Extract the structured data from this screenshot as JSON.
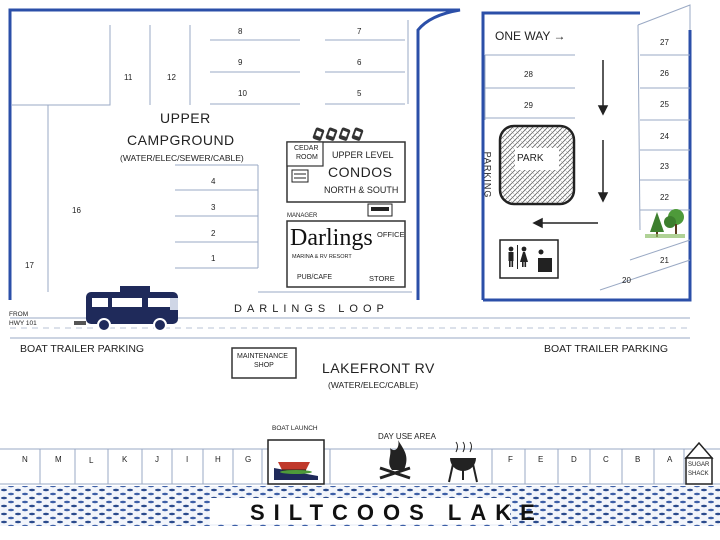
{
  "colors": {
    "boundary": "#2b4fa8",
    "line": "#9aa9c4",
    "text": "#222222",
    "lake": "#2a4a8c",
    "rv": "#1f2a5a",
    "grass": "#3d7f2e"
  },
  "upper_campground": {
    "title_line1": "UPPER",
    "title_line2": "CAMPGROUND",
    "amenities": "(WATER/ELEC/SEWER/CABLE)",
    "sites": [
      "8",
      "9",
      "10",
      "7",
      "6",
      "5",
      "11",
      "12",
      "4",
      "3",
      "2",
      "1",
      "16",
      "17"
    ]
  },
  "one_way": "ONE WAY →",
  "east_sites": [
    "27",
    "26",
    "25",
    "24",
    "23",
    "22",
    "21",
    "20",
    "28",
    "29"
  ],
  "park": {
    "label": "PARK",
    "parking": "PARKING"
  },
  "cedar_room": {
    "line1": "CEDAR",
    "line2": "ROOM"
  },
  "condos": {
    "line1": "UPPER LEVEL",
    "line2": "CONDOS",
    "line3": "NORTH & SOUTH"
  },
  "manager_label": "MANAGER",
  "darlings": {
    "logo": "Darlings",
    "tagline": "MARINA & RV RESORT",
    "office": "OFFICE",
    "pub": "PUB/CAFE",
    "store": "STORE"
  },
  "road": "DARLINGS LOOP",
  "from_hwy": {
    "line1": "FROM",
    "line2": "HWY 101"
  },
  "boat_trailer_left": "BOAT TRAILER PARKING",
  "boat_trailer_right": "BOAT TRAILER PARKING",
  "maintenance": {
    "line1": "MAINTENANCE",
    "line2": "SHOP"
  },
  "lakefront": {
    "title": "LAKEFRONT RV",
    "amenities": "(WATER/ELEC/CABLE)"
  },
  "boat_launch": "BOAT LAUNCH",
  "day_use": "DAY USE AREA",
  "lake_sites_left": [
    "N",
    "M",
    "L",
    "K",
    "J",
    "I",
    "H",
    "G"
  ],
  "lake_sites_right": [
    "F",
    "E",
    "D",
    "C",
    "B",
    "A"
  ],
  "sugar_shack": {
    "line1": "SUGAR",
    "line2": "SHACK"
  },
  "lake": "SILTCOOS LAKE"
}
